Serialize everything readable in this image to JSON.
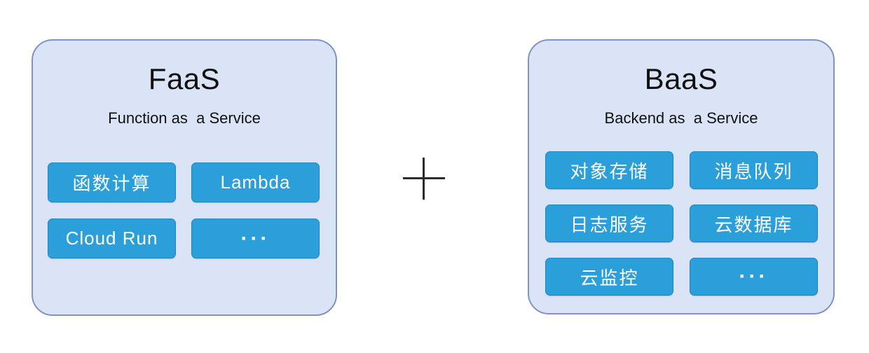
{
  "diagram": {
    "connector": {
      "symbol": "plus",
      "name": "plus-sign"
    },
    "colors": {
      "panel_background": "#dbe4f7",
      "panel_border": "#8193c4",
      "tile_background": "#2b9fd9",
      "tile_border": "#2286bc",
      "tile_text": "#ffffff",
      "title_text": "#101010",
      "connector": "#2b2b2b",
      "canvas_background": "#ffffff"
    },
    "panels": [
      {
        "id": "faas",
        "title": "FaaS",
        "subtitle": "Function as  a Service",
        "columns": 2,
        "tiles": [
          {
            "label": "函数计算",
            "style": "cjk"
          },
          {
            "label": "Lambda",
            "style": "latin"
          },
          {
            "label": "Cloud Run",
            "style": "latin"
          },
          {
            "label": "···",
            "style": "ellipsis"
          }
        ]
      },
      {
        "id": "baas",
        "title": "BaaS",
        "subtitle": "Backend as  a Service",
        "columns": 2,
        "tiles": [
          {
            "label": "对象存储",
            "style": "cjk"
          },
          {
            "label": "消息队列",
            "style": "cjk"
          },
          {
            "label": "日志服务",
            "style": "cjk"
          },
          {
            "label": "云数据库",
            "style": "cjk"
          },
          {
            "label": "云监控",
            "style": "cjk"
          },
          {
            "label": "···",
            "style": "ellipsis"
          }
        ]
      }
    ]
  }
}
